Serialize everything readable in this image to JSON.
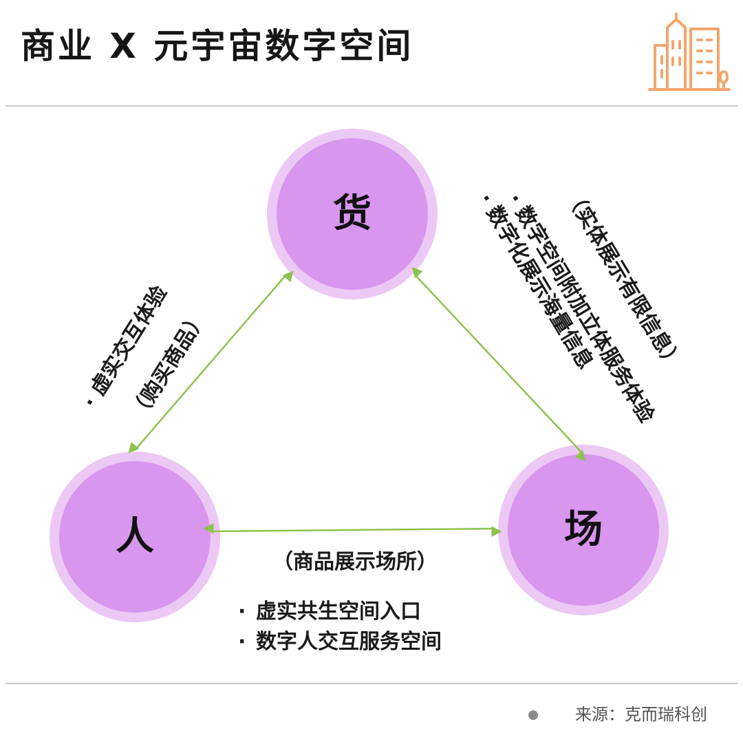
{
  "header": {
    "title": "商业 X 元宇宙数字空间"
  },
  "nodes": {
    "goods": "货",
    "people": "人",
    "place": "场"
  },
  "edges": {
    "people_goods": {
      "lines": [
        "· 虚实交互体验",
        "（购买商品）"
      ]
    },
    "goods_place": {
      "lines": [
        "· 数字化展示海量信息",
        "· 数字空间附加立体服务体验",
        "（实体展示有限信息）"
      ]
    },
    "people_place": {
      "paren": "（商品展示场所）",
      "bullets": [
        "虚实共生空间入口",
        "数字人交互服务空间"
      ]
    }
  },
  "footer": {
    "source": "来源：克而瑞科创"
  },
  "colors": {
    "node_outer": "#ecc9f5",
    "node_inner": "#d896ef",
    "arrow": "#8ec24e",
    "logo": "#f2a56b"
  },
  "icons": {
    "logo": "city-buildings-icon"
  }
}
